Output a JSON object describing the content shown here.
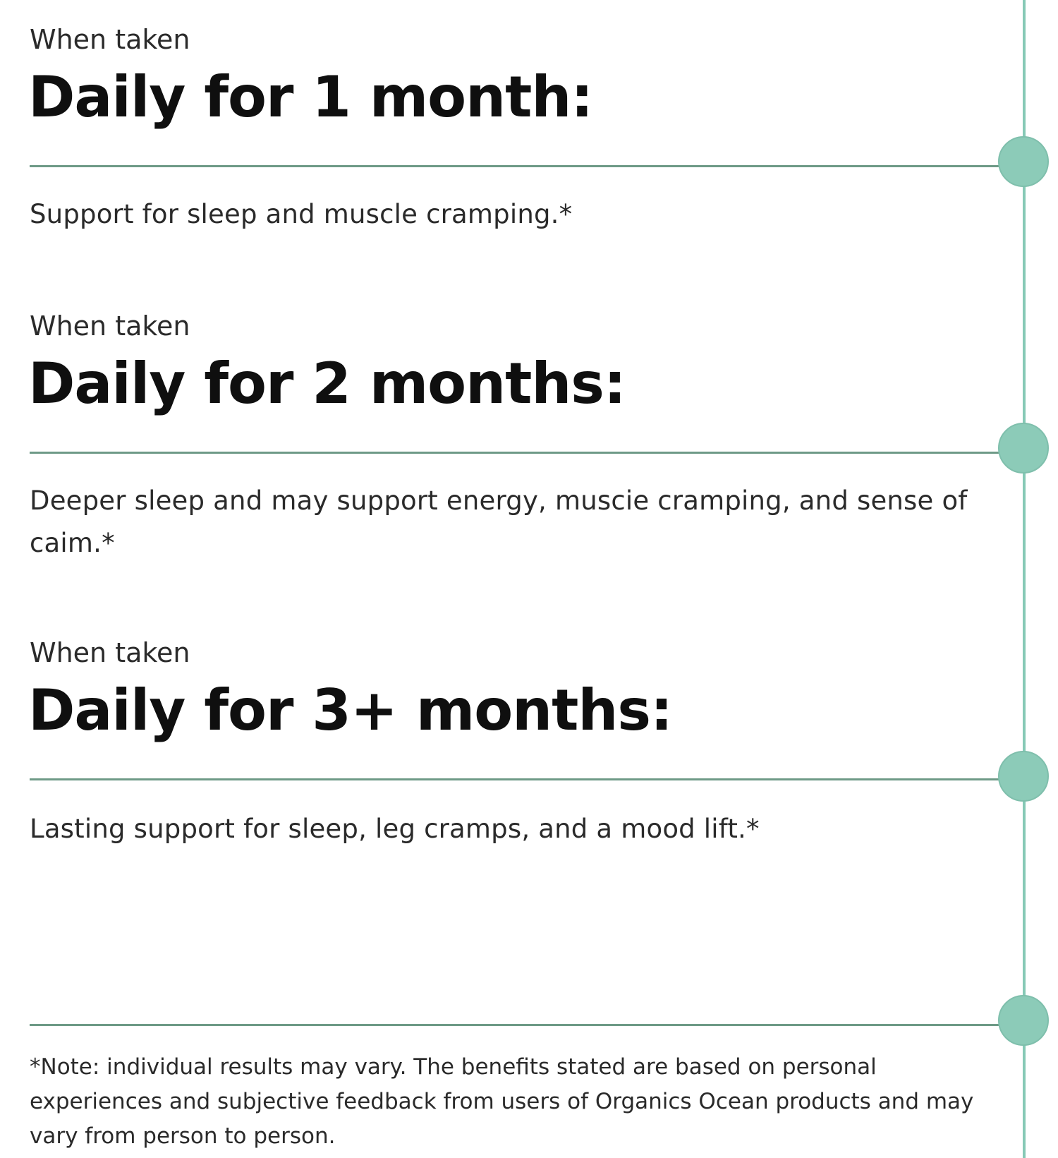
{
  "timeline": {
    "stages": [
      {
        "eyebrow": "When taken",
        "heading": "Daily for 1 month:",
        "description": "Support for sleep and muscle cramping.*"
      },
      {
        "eyebrow": "When taken",
        "heading": "Daily for 2 months:",
        "description": "Deeper sleep and may support energy, muscie cramping, and sense of caim.*"
      },
      {
        "eyebrow": "When taken",
        "heading": "Daily for 3+ months:",
        "description": "Lasting support for sleep, leg cramps, and a mood lift.*"
      }
    ],
    "footnote": "*Note: individual results may vary. The benefits stated are based on personal experiences and subjective feedback from users of Organics Ocean products and may vary from person to person.",
    "colors": {
      "accent": "#8ccbb8",
      "rail": "#86c9b6",
      "divider": "#6e9a87",
      "text": "#1c1c1c"
    }
  }
}
